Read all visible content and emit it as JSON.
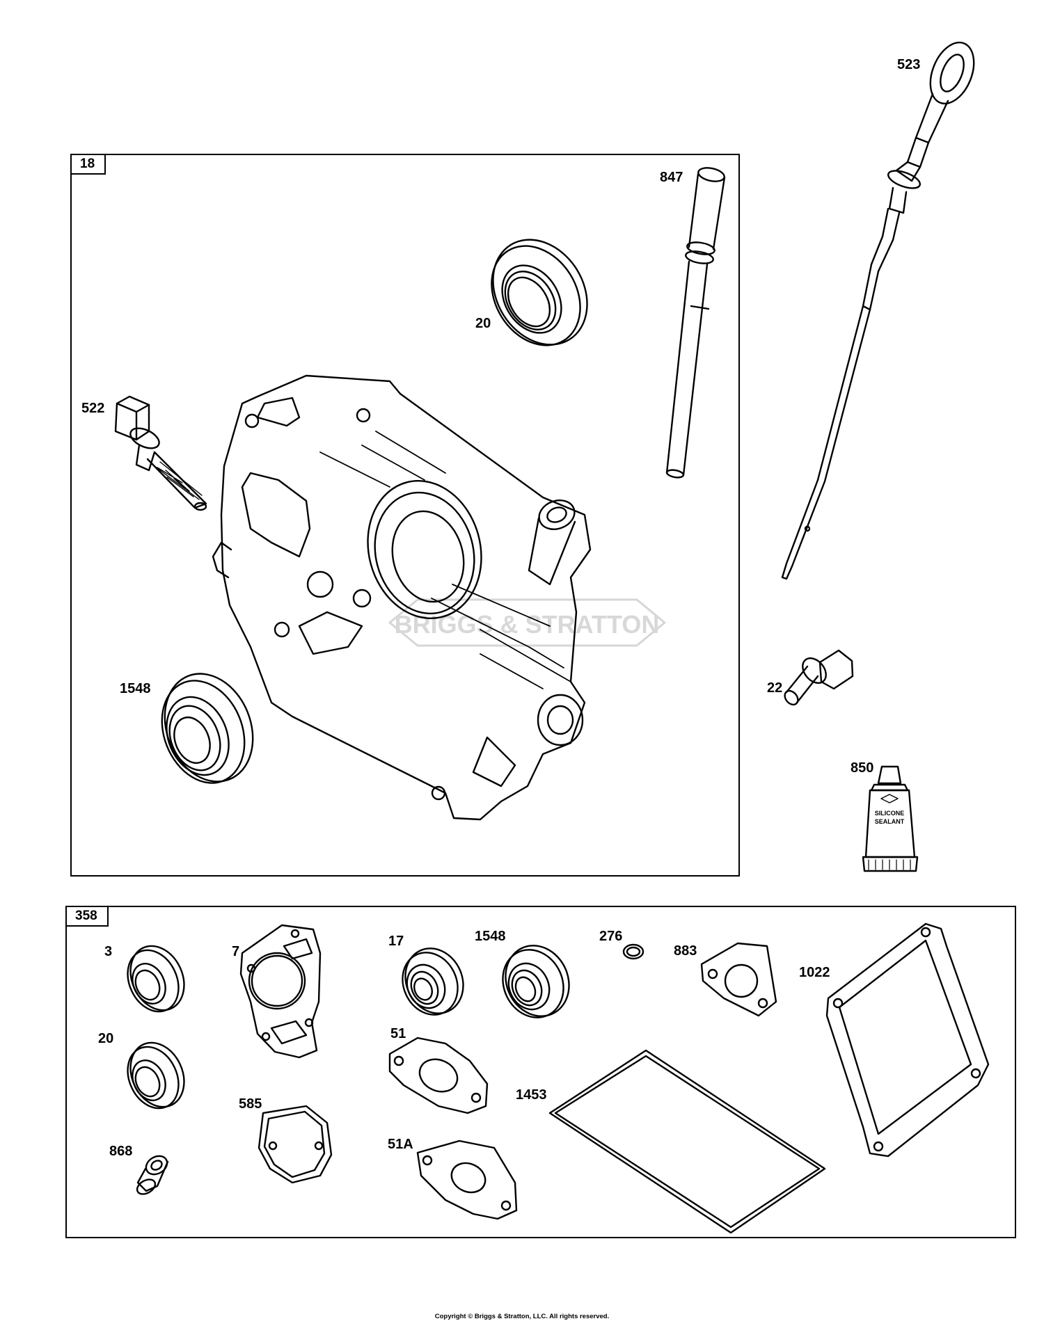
{
  "groups": {
    "engine_group": "18",
    "gasket_set": "358"
  },
  "labels": {
    "p523": "523",
    "p847": "847",
    "p20_top": "20",
    "p522": "522",
    "p1548_top": "1548",
    "p22": "22",
    "p850": "850",
    "p3": "3",
    "p7": "7",
    "p17": "17",
    "p1548_kit": "1548",
    "p276": "276",
    "p883": "883",
    "p1022": "1022",
    "p20_kit": "20",
    "p51": "51",
    "p1453": "1453",
    "p585": "585",
    "p868": "868",
    "p51a": "51A"
  },
  "sealant_tube_text": "SILICONE SEALANT",
  "watermark": "BRIGGS & STRATTON",
  "footer": "Copyright © Briggs & Stratton, LLC. All rights reserved."
}
